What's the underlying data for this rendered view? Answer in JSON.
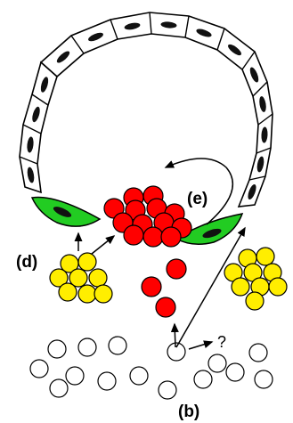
{
  "labels": {
    "d": "(d)",
    "e": "(e)",
    "b": "(b)",
    "question": "?"
  },
  "colors": {
    "endothelial_wall": "#ffffff",
    "outline": "#000000",
    "nucleus": "#111111",
    "pericyte": "#22cc22",
    "red_cell": "#ff0000",
    "yellow_cell": "#ffee00",
    "white_cell": "#ffffff"
  },
  "icons": [
    "curved-arrow-icon",
    "arrow-icon"
  ]
}
